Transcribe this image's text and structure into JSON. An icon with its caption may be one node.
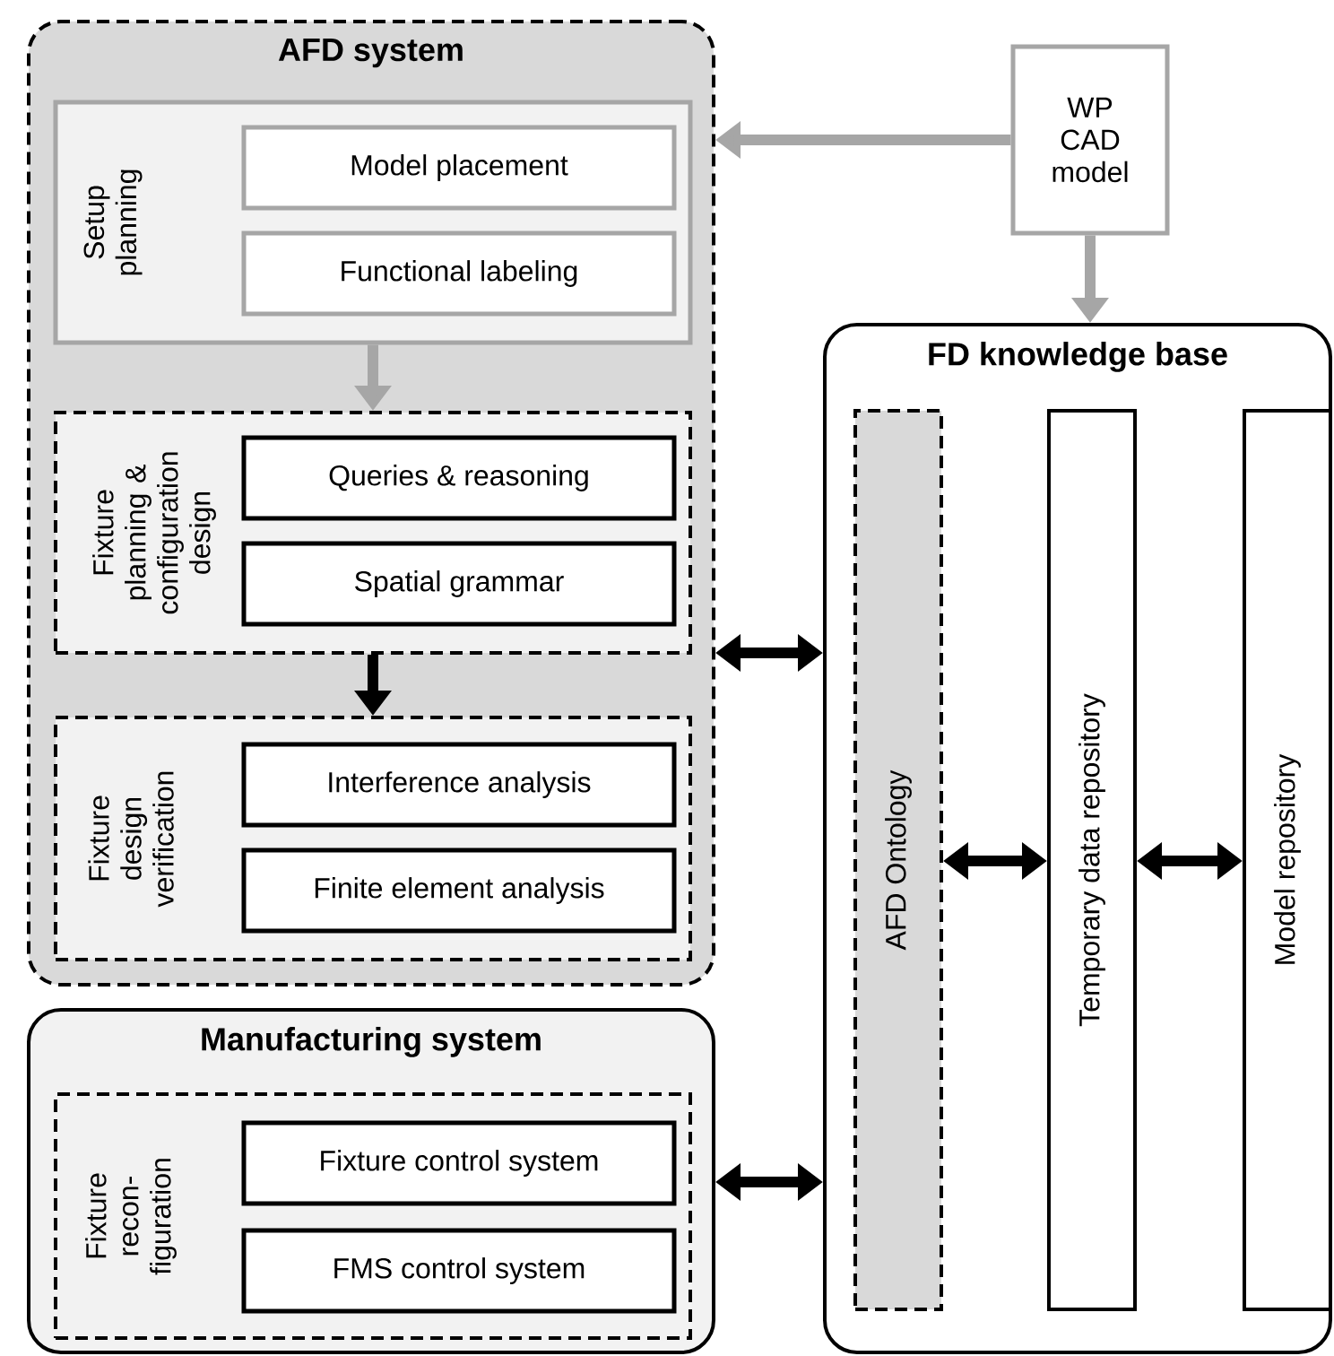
{
  "diagram": {
    "nodes": [
      {
        "text": [
          "AFD system"
        ]
      },
      {
        "text": [
          "Setup planning"
        ],
        "in": 0
      },
      {
        "text": [
          "Model placement"
        ],
        "in": 1
      },
      {
        "text": [
          "Functional labeling"
        ],
        "in": 1
      },
      {
        "text": [
          "Fixture planning & configuration design"
        ],
        "in": 0
      },
      {
        "text": [
          "Queries & reasoning"
        ],
        "in": 4
      },
      {
        "text": [
          "Spatial grammar"
        ],
        "in": 4
      },
      {
        "text": [
          "Fixture design verification"
        ],
        "in": 0
      },
      {
        "text": [
          "Interference analysis"
        ],
        "in": 7
      },
      {
        "text": [
          "Finite element analysis"
        ],
        "in": 7
      },
      {
        "text": [
          "Manufacturing system"
        ]
      },
      {
        "text": [
          "Fixture recon- figuration"
        ],
        "in": 10
      },
      {
        "text": [
          "Fixture control system"
        ],
        "in": 11
      },
      {
        "text": [
          "FMS control system"
        ],
        "in": 11
      },
      {
        "text": [
          "WP CAD model"
        ]
      },
      {
        "text": [
          "FD knowledge base"
        ]
      },
      {
        "text": [
          "AFD Ontology"
        ],
        "in": 15
      },
      {
        "text": [
          "Temporary data repository"
        ],
        "in": 15
      },
      {
        "text": [
          "Model repository"
        ],
        "in": 15
      }
    ],
    "edges": [
      {
        "from": 14,
        "to": 0,
        "arrow": "to",
        "color": "#a6a6a6"
      },
      {
        "from": 14,
        "to": 15,
        "arrow": "to",
        "color": "#a6a6a6"
      },
      {
        "from": 1,
        "to": 4,
        "arrow": "to",
        "color": "#a6a6a6"
      },
      {
        "from": 4,
        "to": 7,
        "arrow": "to"
      },
      {
        "from": 0,
        "to": 15,
        "arrow": "both"
      },
      {
        "from": 10,
        "to": 15,
        "arrow": "both"
      },
      {
        "from": 16,
        "to": 17,
        "arrow": "both"
      },
      {
        "from": 17,
        "to": 18,
        "arrow": "both"
      }
    ]
  }
}
